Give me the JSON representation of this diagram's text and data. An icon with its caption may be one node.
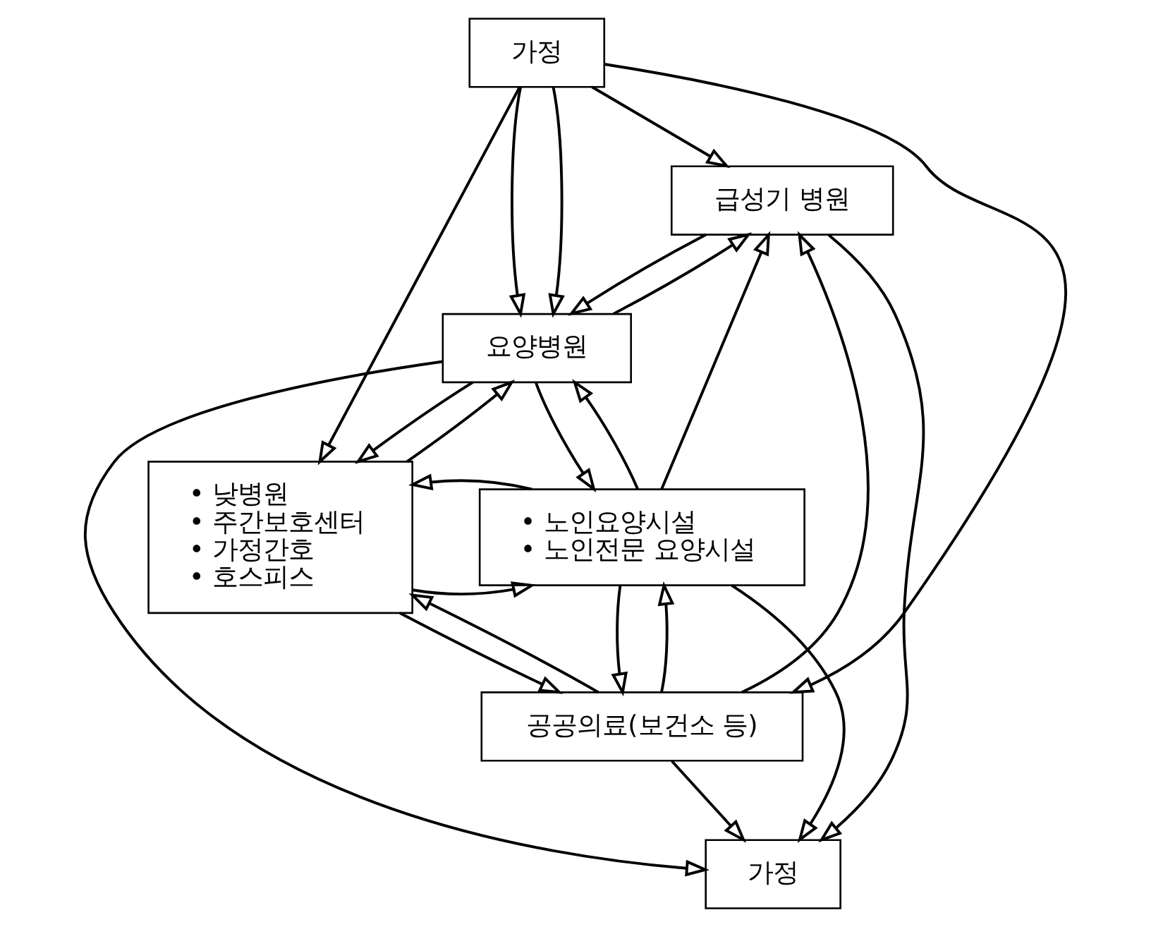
{
  "diagram": {
    "nodes": [
      {
        "text": [
          "가정"
        ]
      },
      {
        "text": [
          "급성기 병원"
        ]
      },
      {
        "text": [
          "요양병원"
        ]
      },
      {
        "text": [
          "• 낮병원",
          "• 주간보호센터",
          "• 가정간호",
          "• 호스피스"
        ]
      },
      {
        "text": [
          "• 노인요양시설",
          "• 노인전문 요양시설"
        ]
      },
      {
        "text": [
          "공공의료(보건소 등)"
        ]
      },
      {
        "text": [
          "가정"
        ]
      }
    ],
    "edges": [
      {
        "from": 0,
        "to": 1,
        "arrow": "to"
      },
      {
        "from": 0,
        "to": 2,
        "arrow": "to"
      },
      {
        "from": 0,
        "to": 2,
        "arrow": "to"
      },
      {
        "from": 0,
        "to": 3,
        "arrow": "to"
      },
      {
        "from": 0,
        "to": 5,
        "arrow": "to"
      },
      {
        "from": 1,
        "to": 6,
        "arrow": "to"
      },
      {
        "from": 2,
        "to": 6,
        "arrow": "to"
      },
      {
        "from": 4,
        "to": 6,
        "arrow": "to"
      },
      {
        "from": 5,
        "to": 6,
        "arrow": "to"
      },
      {
        "from": 1,
        "to": 2,
        "arrow": "to"
      },
      {
        "from": 2,
        "to": 1,
        "arrow": "to"
      },
      {
        "from": 5,
        "to": 1,
        "arrow": "to"
      },
      {
        "from": 4,
        "to": 1,
        "arrow": "to"
      },
      {
        "from": 2,
        "to": 3,
        "arrow": "to"
      },
      {
        "from": 3,
        "to": 2,
        "arrow": "to"
      },
      {
        "from": 4,
        "to": 2,
        "arrow": "to"
      },
      {
        "from": 2,
        "to": 4,
        "arrow": "to"
      },
      {
        "from": 3,
        "to": 4,
        "arrow": "to"
      },
      {
        "from": 4,
        "to": 3,
        "arrow": "to"
      },
      {
        "from": 3,
        "to": 5,
        "arrow": "to"
      },
      {
        "from": 5,
        "to": 3,
        "arrow": "to"
      },
      {
        "from": 5,
        "to": 4,
        "arrow": "to"
      },
      {
        "from": 4,
        "to": 5,
        "arrow": "to"
      }
    ]
  }
}
